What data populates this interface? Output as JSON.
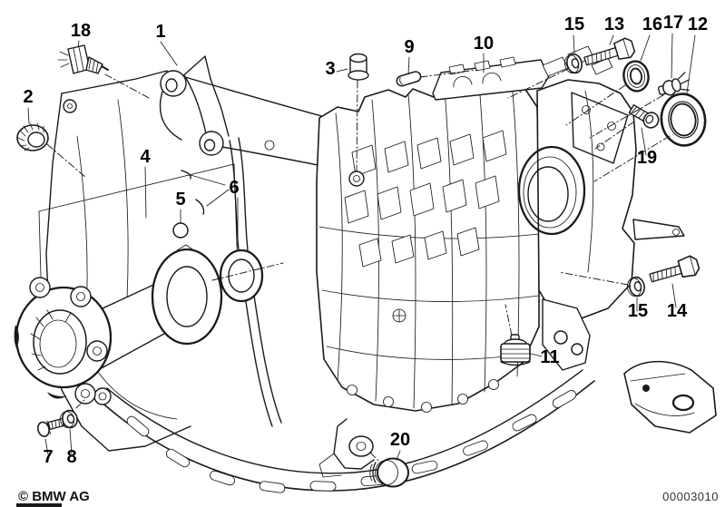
{
  "diagram": {
    "callouts": [
      {
        "label": "18"
      },
      {
        "label": "1"
      },
      {
        "label": "2"
      },
      {
        "label": "3"
      },
      {
        "label": "9"
      },
      {
        "label": "10"
      },
      {
        "label": "15"
      },
      {
        "label": "13"
      },
      {
        "label": "16"
      },
      {
        "label": "17"
      },
      {
        "label": "12"
      },
      {
        "label": "19"
      },
      {
        "label": "4"
      },
      {
        "label": "5"
      },
      {
        "label": "6"
      },
      {
        "label": "11"
      },
      {
        "label": "15"
      },
      {
        "label": "14"
      },
      {
        "label": "7"
      },
      {
        "label": "8"
      },
      {
        "label": "20"
      }
    ]
  },
  "footer": {
    "copyright": "© BMW AG",
    "doc_number": "00003010"
  },
  "colors": {
    "line": "#1a1a1a",
    "background": "#ffffff"
  }
}
